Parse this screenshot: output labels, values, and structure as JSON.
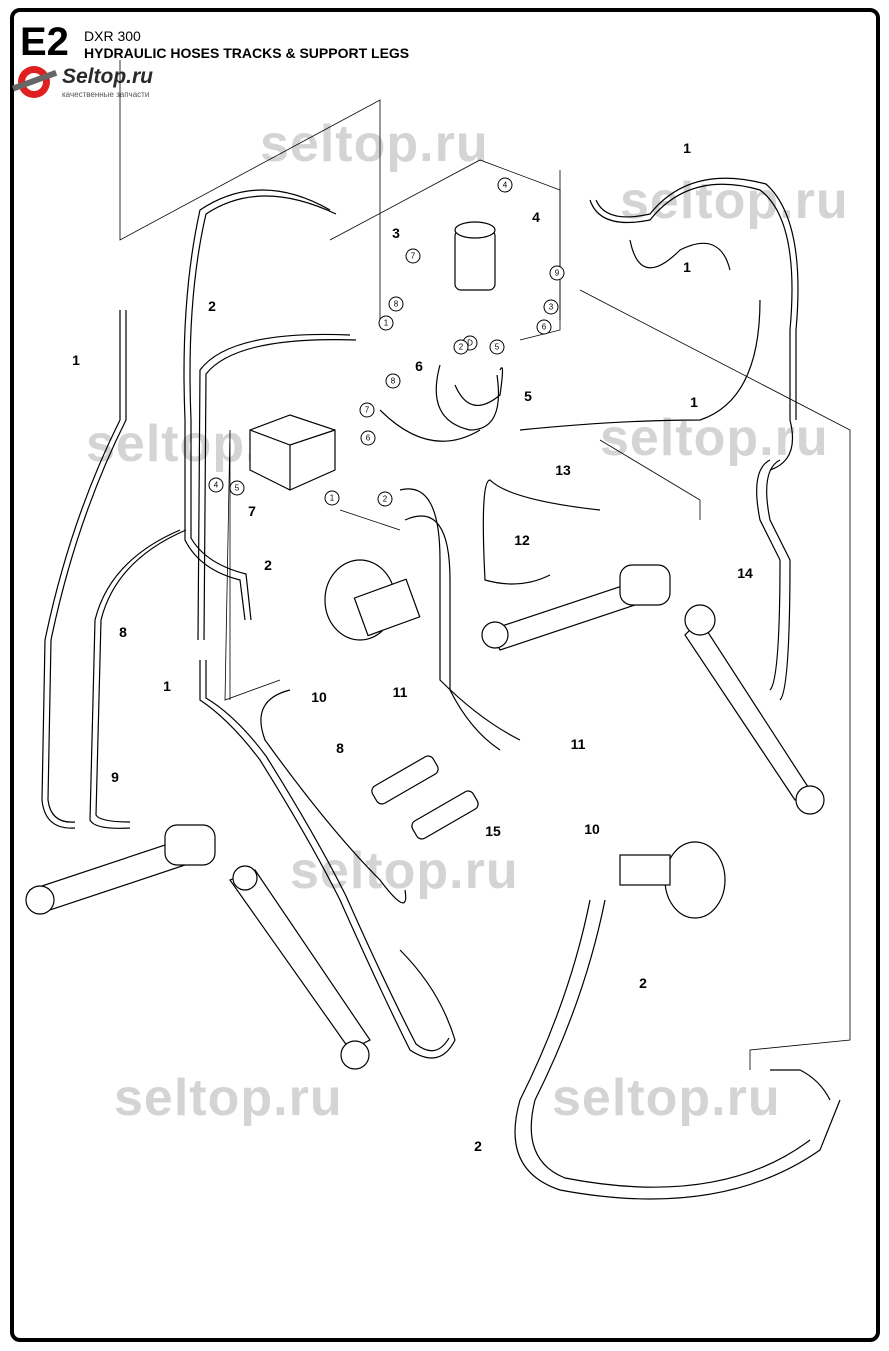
{
  "header": {
    "code": "E2",
    "model": "DXR 300",
    "title": "HYDRAULIC HOSES TRACKS & SUPPORT LEGS"
  },
  "logo": {
    "name": "Seltop.ru",
    "tagline": "качественные запчасти"
  },
  "watermark": "seltop.ru",
  "callouts": [
    "1",
    "1",
    "1",
    "1",
    "1",
    "2",
    "2",
    "2",
    "2",
    "3",
    "4",
    "5",
    "6",
    "7",
    "8",
    "8",
    "9",
    "10",
    "10",
    "11",
    "11",
    "12",
    "13",
    "14",
    "15"
  ],
  "circled": [
    "4",
    "7",
    "8",
    "1",
    "9",
    "3",
    "6",
    "D",
    "2",
    "5",
    "8",
    "7",
    "6",
    "4",
    "5",
    "1",
    "2"
  ]
}
